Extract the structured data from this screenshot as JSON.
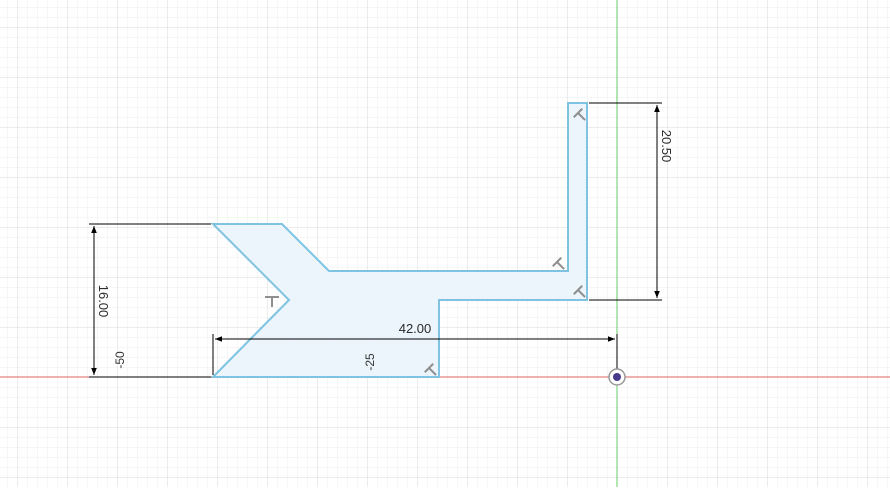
{
  "sketch": {
    "dimensions": {
      "horizontal_width": "42.00",
      "vertical_left": "16.00",
      "vertical_right": "20.50"
    },
    "axis_labels": {
      "left": "-50",
      "middle": "-25"
    },
    "constraint_glyph": "T"
  },
  "colors": {
    "background": "#ffffff",
    "grid_minor": "#eeeeee",
    "grid_major": "#dadada",
    "x_axis": "#e06060",
    "y_axis": "#66cc66",
    "profile_fill": "#e9f4fb",
    "profile_stroke": "#7ec3e2",
    "dimension_line": "#000000",
    "constraint_glyph": "#8f8f8f",
    "origin_fill": "#4a3a8c"
  },
  "icons": {
    "origin": "origin-point-icon",
    "constraint": "perpendicular-constraint-icon"
  }
}
